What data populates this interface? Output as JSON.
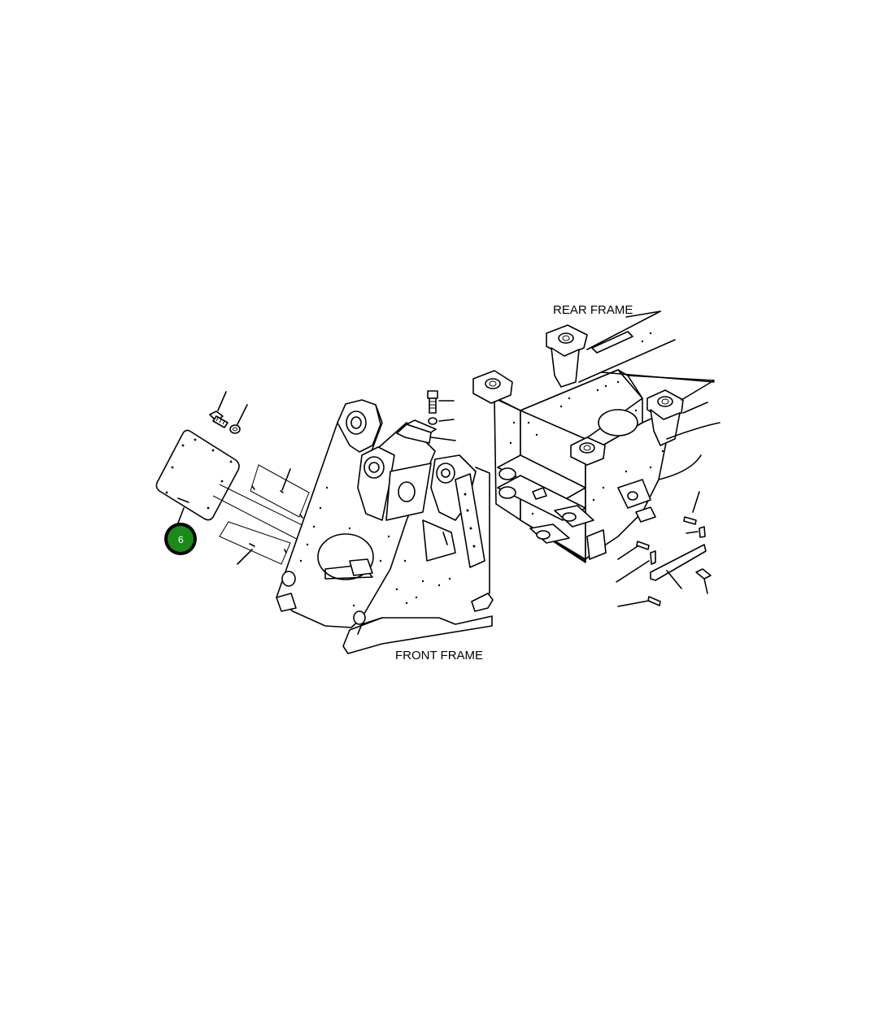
{
  "labels": {
    "rear_frame": "REAR FRAME",
    "front_frame": "FRONT FRAME"
  },
  "callout": {
    "number": "6",
    "fill_color": "#1a8a1a",
    "ring_color": "#000000"
  }
}
